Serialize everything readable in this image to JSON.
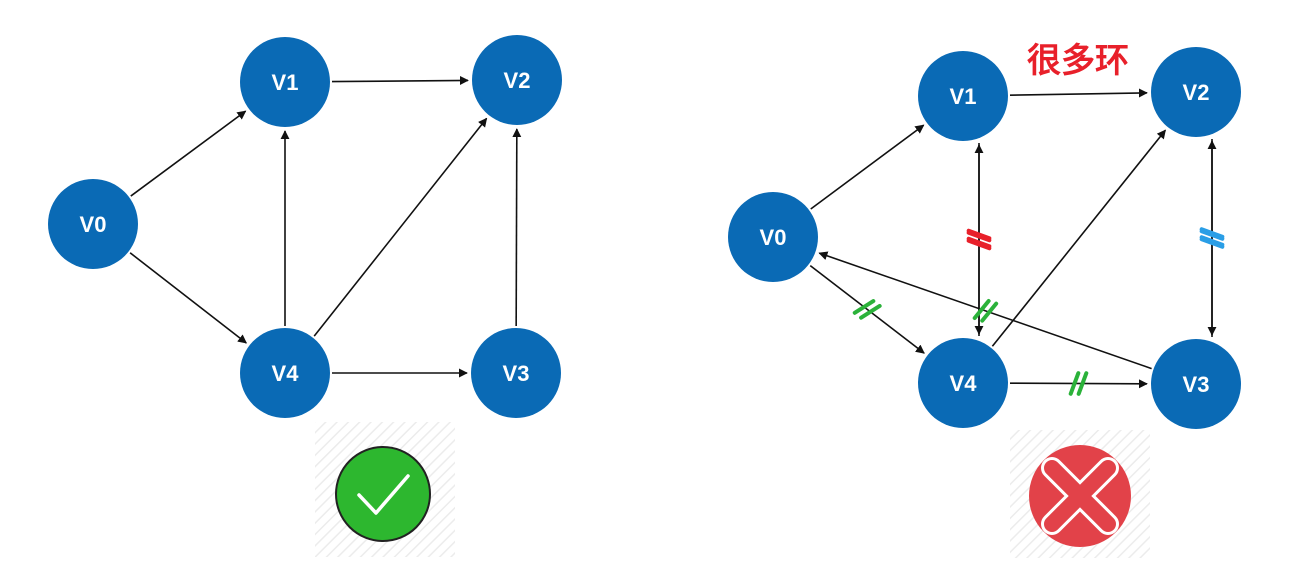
{
  "diagrams": [
    {
      "id": "left",
      "nodes": [
        {
          "id": "V0",
          "label": "V0"
        },
        {
          "id": "V1",
          "label": "V1"
        },
        {
          "id": "V2",
          "label": "V2"
        },
        {
          "id": "V3",
          "label": "V3"
        },
        {
          "id": "V4",
          "label": "V4"
        }
      ],
      "edges": [
        {
          "from": "V0",
          "to": "V1"
        },
        {
          "from": "V0",
          "to": "V4"
        },
        {
          "from": "V1",
          "to": "V2"
        },
        {
          "from": "V4",
          "to": "V1"
        },
        {
          "from": "V4",
          "to": "V2"
        },
        {
          "from": "V4",
          "to": "V3"
        },
        {
          "from": "V3",
          "to": "V2"
        }
      ],
      "verdict": "check"
    },
    {
      "id": "right",
      "annotation": "很多环",
      "nodes": [
        {
          "id": "V0",
          "label": "V0"
        },
        {
          "id": "V1",
          "label": "V1"
        },
        {
          "id": "V2",
          "label": "V2"
        },
        {
          "id": "V3",
          "label": "V3"
        },
        {
          "id": "V4",
          "label": "V4"
        }
      ],
      "edges": [
        {
          "from": "V0",
          "to": "V1"
        },
        {
          "from": "V0",
          "to": "V4",
          "mark": "green"
        },
        {
          "from": "V1",
          "to": "V2"
        },
        {
          "from": "V1",
          "to": "V4",
          "mark": "red"
        },
        {
          "from": "V4",
          "to": "V1",
          "mark": "red"
        },
        {
          "from": "V4",
          "to": "V2"
        },
        {
          "from": "V4",
          "to": "V3",
          "mark": "green"
        },
        {
          "from": "V2",
          "to": "V3",
          "mark": "blue"
        },
        {
          "from": "V3",
          "to": "V2",
          "mark": "blue"
        },
        {
          "from": "V3",
          "to": "V0",
          "mark": "green"
        }
      ],
      "verdict": "cross"
    }
  ],
  "colors": {
    "node": "#0a6ab5",
    "edge": "#111111",
    "check_bg": "#2db72f",
    "cross_bg": "#e24249",
    "annotation": "#e8202a",
    "mark_red": "#e8202a",
    "mark_green": "#2bb23a",
    "mark_blue": "#2a9ee6"
  }
}
